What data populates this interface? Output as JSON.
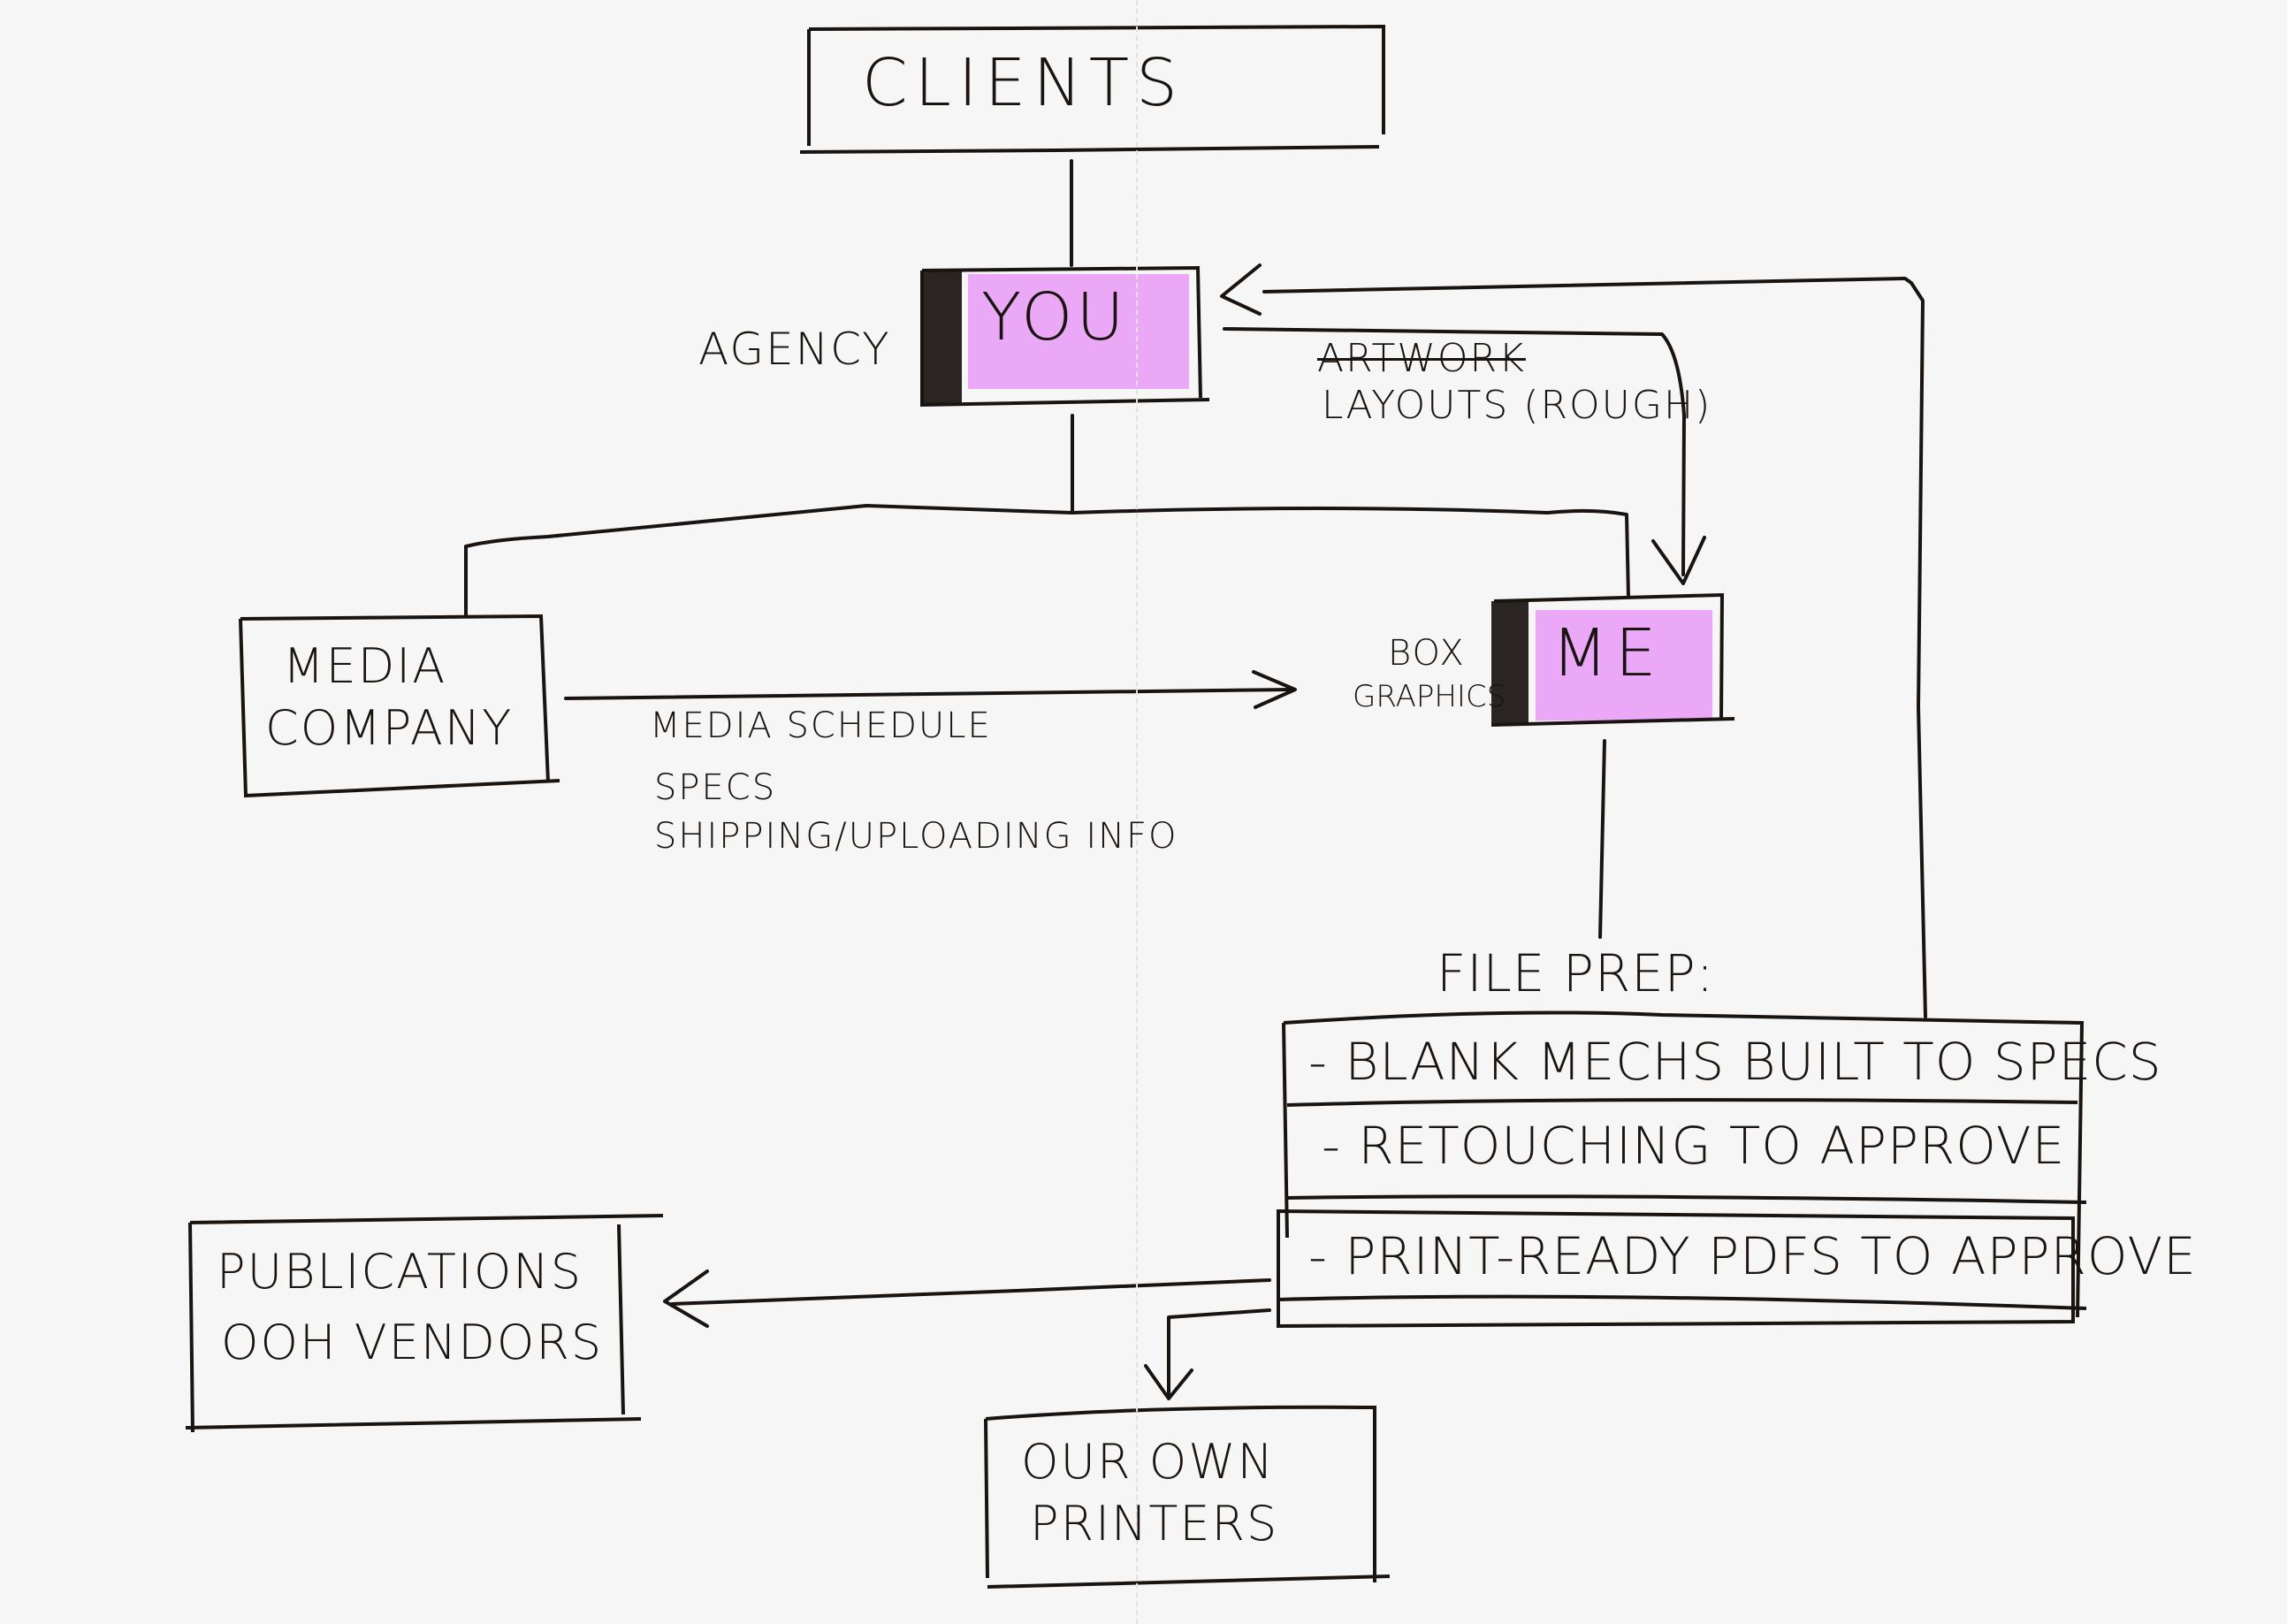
{
  "colors": {
    "paper": "#f6f6f6",
    "ink": "#1a1410",
    "highlight": "#eaa8f6"
  },
  "nodes": {
    "clients": {
      "label": "CLIENTS"
    },
    "agency": {
      "side_label": "AGENCY",
      "label": "YOU",
      "highlighted": true
    },
    "media_company": {
      "lines": [
        "MEDIA",
        "COMPANY"
      ]
    },
    "box_graphics": {
      "side_label_lines": [
        "BOX",
        "GRAPHICS"
      ],
      "label": "ME",
      "highlighted": true
    },
    "publications": {
      "lines": [
        "PUBLICATIONS",
        "OOH VENDORS"
      ]
    },
    "printers": {
      "lines": [
        "OUR OWN",
        "PRINTERS"
      ]
    }
  },
  "edges": {
    "agency_to_me": {
      "label_struck": "ARTWORK",
      "label": "LAYOUTS (ROUGH)"
    },
    "media_to_me": {
      "lines": [
        "MEDIA SCHEDULE",
        "SPECS",
        "SHIPPING/UPLOADING INFO"
      ]
    }
  },
  "file_prep": {
    "title": "FILE PREP:",
    "items": [
      "- BLANK MECHS BUILT TO SPECS",
      "- RETOUCHING TO APPROVE",
      "- PRINT-READY PDFS TO APPROVE"
    ]
  }
}
